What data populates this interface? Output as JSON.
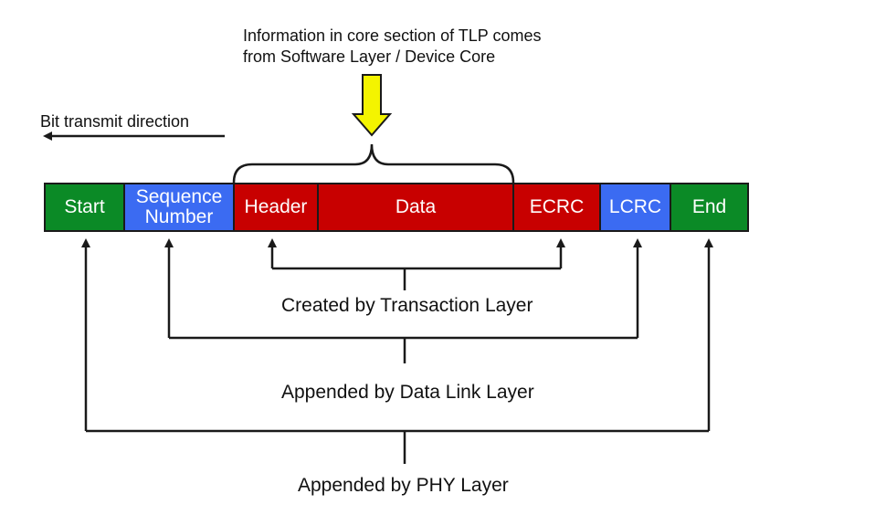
{
  "source_note": {
    "line1": "Information in core section of TLP comes",
    "line2": "from Software Layer / Device Core"
  },
  "direction_label": "Bit transmit direction",
  "fields": [
    {
      "id": "start",
      "label": "Start",
      "color": "#0b8a26"
    },
    {
      "id": "sequence-number",
      "label_line1": "Sequence",
      "label_line2": "Number",
      "color": "#3b6bf2"
    },
    {
      "id": "header",
      "label": "Header",
      "color": "#c80000"
    },
    {
      "id": "data",
      "label": "Data",
      "color": "#c80000"
    },
    {
      "id": "ecrc",
      "label": "ECRC",
      "color": "#c80000"
    },
    {
      "id": "lcrc",
      "label": "LCRC",
      "color": "#3b6bf2"
    },
    {
      "id": "end",
      "label": "End",
      "color": "#0b8a26"
    }
  ],
  "layers": {
    "transaction": "Created by Transaction Layer",
    "data_link": "Appended by Data Link Layer",
    "phy": "Appended by PHY Layer"
  },
  "colors": {
    "green": "#0b8a26",
    "blue": "#3b6bf2",
    "red": "#c80000",
    "arrow_yellow": "#f4f400",
    "line": "#1a1a1a"
  }
}
